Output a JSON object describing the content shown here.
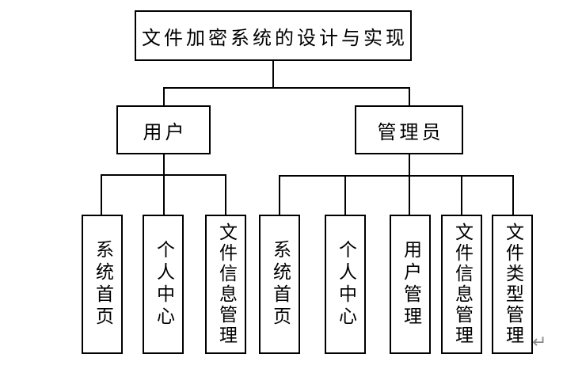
{
  "diagram": {
    "root": {
      "label": "文件加密系统的设计与实现"
    },
    "branches": [
      {
        "label": "用户",
        "children": [
          "系统首页",
          "个人中心",
          "文件信息管理"
        ]
      },
      {
        "label": "管理员",
        "children": [
          "系统首页",
          "个人中心",
          "用户管理",
          "文件信息管理",
          "文件类型管理"
        ]
      }
    ],
    "colors": {
      "line": "#000000",
      "text": "#000000",
      "background": "#ffffff",
      "return_mark": "#8a8a8a"
    },
    "return_mark": "↵"
  }
}
